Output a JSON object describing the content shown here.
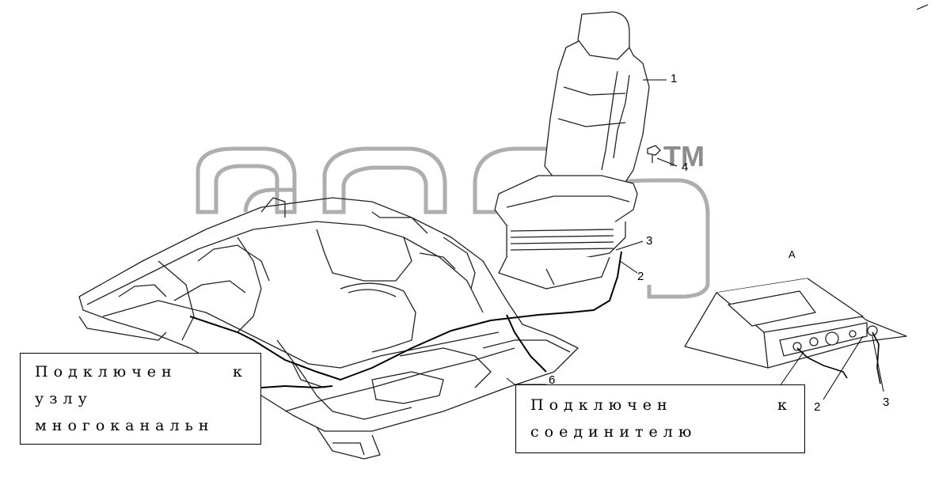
{
  "watermark": {
    "tm": "TM"
  },
  "callouts": {
    "c1": "1",
    "c2_seat": "2",
    "c3_seat": "3",
    "c4": "4",
    "c6": "6",
    "view_a": "A",
    "c2_bracket": "2",
    "c3_bracket": "3"
  },
  "note_left": {
    "line1_word1": "Подключен",
    "line1_word2": "к",
    "line2": "узлу",
    "line3": "многоканальн"
  },
  "note_right": {
    "line1_word1": "Подключен",
    "line1_word2": "к",
    "line2": "соединителю"
  },
  "colors": {
    "stroke": "#222222",
    "watermark": "#9a9a9a",
    "background": "#ffffff"
  }
}
